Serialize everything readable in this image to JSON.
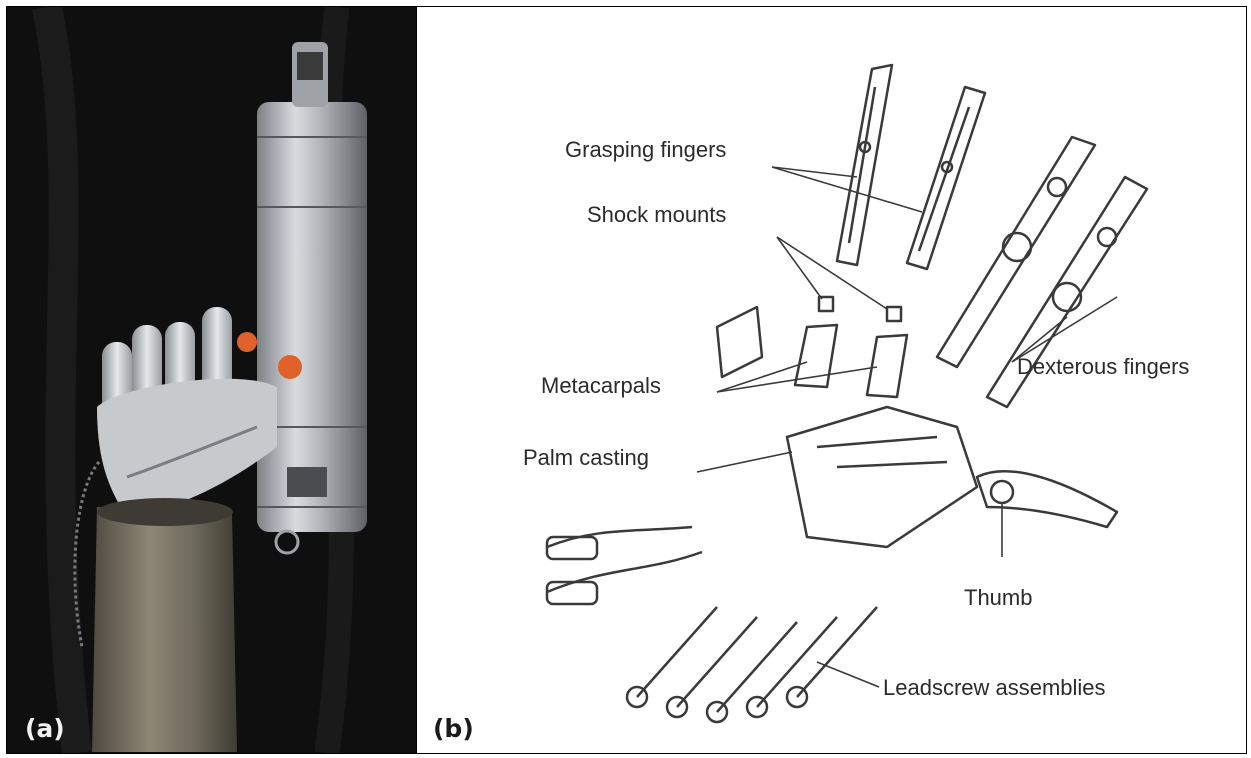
{
  "panel_a": {
    "tag": "(a)",
    "subject": "prosthetic-hand-photo"
  },
  "panel_b": {
    "tag": "(b)",
    "subject": "exploded-hand-diagram",
    "callouts": {
      "grasping_fingers": "Grasping fingers",
      "shock_mounts": "Shock mounts",
      "metacarpals": "Metacarpals",
      "dexterous_fingers": "Dexterous fingers",
      "palm_casting": "Palm casting",
      "thumb": "Thumb",
      "leadscrew_assemblies": "Leadscrew assemblies"
    }
  },
  "colors": {
    "photo_background": "#0d0d0d",
    "metal_silver": "#b8bcc0",
    "metal_dark": "#6f6a5e",
    "orange_cap": "#e0622a",
    "line_art": "#3a3a3a"
  }
}
